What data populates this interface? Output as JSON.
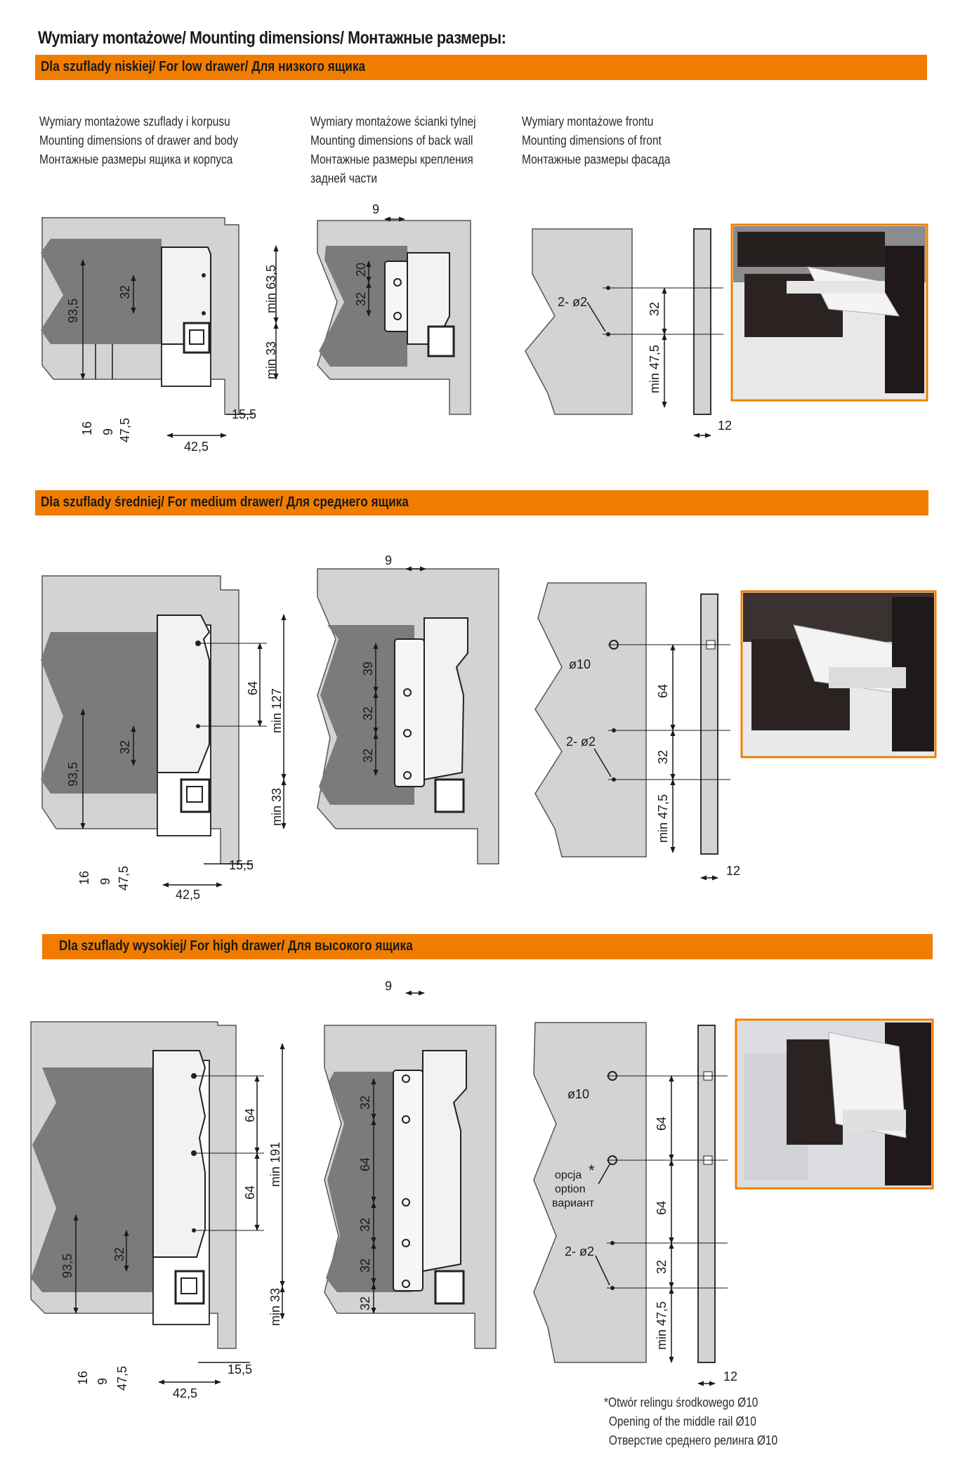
{
  "title": "Wymiary montażowe/ Mounting dimensions/ Монтажные размеры:",
  "columns": {
    "drawer_body": [
      "Wymiary montażowe szuflady i korpusu",
      "Mounting dimensions of drawer and body",
      "Монтажные размеры ящика и корпуса"
    ],
    "back_wall": [
      "Wymiary montażowe ścianki tylnej",
      "Mounting dimensions of back wall",
      "Монтажные размеры крепления",
      "задней части"
    ],
    "front": [
      "Wymiary montażowe frontu",
      "Mounting dimensions of front",
      "Монтажные размеры фасада"
    ]
  },
  "sections": {
    "low": {
      "header": "Dla szuflady niskiej/ For low drawer/ Для низкого ящика",
      "side": {
        "d1": "93,5",
        "d2": "32",
        "d3": "min 63,5",
        "d4": "min 33",
        "d5": "16",
        "d6": "9",
        "d7": "47,5",
        "d8": "15,5",
        "d9": "42,5"
      },
      "back": {
        "top": "9",
        "a": "20",
        "b": "32"
      },
      "front": {
        "hole": "2- ø2",
        "a": "32",
        "b": "min 47,5",
        "t": "12"
      }
    },
    "medium": {
      "header": "Dla szuflady średniej/ For medium drawer/ Для среднего ящика",
      "side": {
        "d1": "93,5",
        "d2": "32",
        "d3": "64",
        "d4": "min 127",
        "d5": "min 33",
        "d6": "16",
        "d7": "9",
        "d8": "47,5",
        "d9": "15,5",
        "d10": "42,5"
      },
      "back": {
        "top": "9",
        "a": "39",
        "b": "32",
        "c": "32"
      },
      "front": {
        "hole10": "ø10",
        "hole": "2- ø2",
        "a": "64",
        "b": "32",
        "c": "min 47,5",
        "t": "12"
      }
    },
    "high": {
      "header": "Dla szuflady wysokiej/ For high drawer/ Для высокого ящика",
      "side": {
        "d1": "93,5",
        "d2": "32",
        "d3": "64",
        "d4": "64",
        "d5": "min 191",
        "d6": "min 33",
        "d7": "16",
        "d8": "9",
        "d9": "47,5",
        "d10": "15,5",
        "d11": "42,5"
      },
      "back": {
        "top": "9",
        "a": "32",
        "b": "64",
        "c": "32",
        "d": "32",
        "e": "32"
      },
      "front": {
        "hole10": "ø10",
        "opt1": "opcja",
        "opt2": "option",
        "opt3": "вариант",
        "star": "*",
        "hole": "2- ø2",
        "a": "64",
        "b": "64",
        "c": "32",
        "d": "min 47,5",
        "t": "12"
      }
    }
  },
  "footnote": [
    "*Otwór relingu środkowego Ø10",
    "Opening of the middle rail Ø10",
    "Отверстие среднего релинга Ø10"
  ],
  "colors": {
    "accent": "#f07d00",
    "grey_panel": "#d2d3d5",
    "dark_panel": "#7a7b7d",
    "line": "#1a1a1a"
  }
}
